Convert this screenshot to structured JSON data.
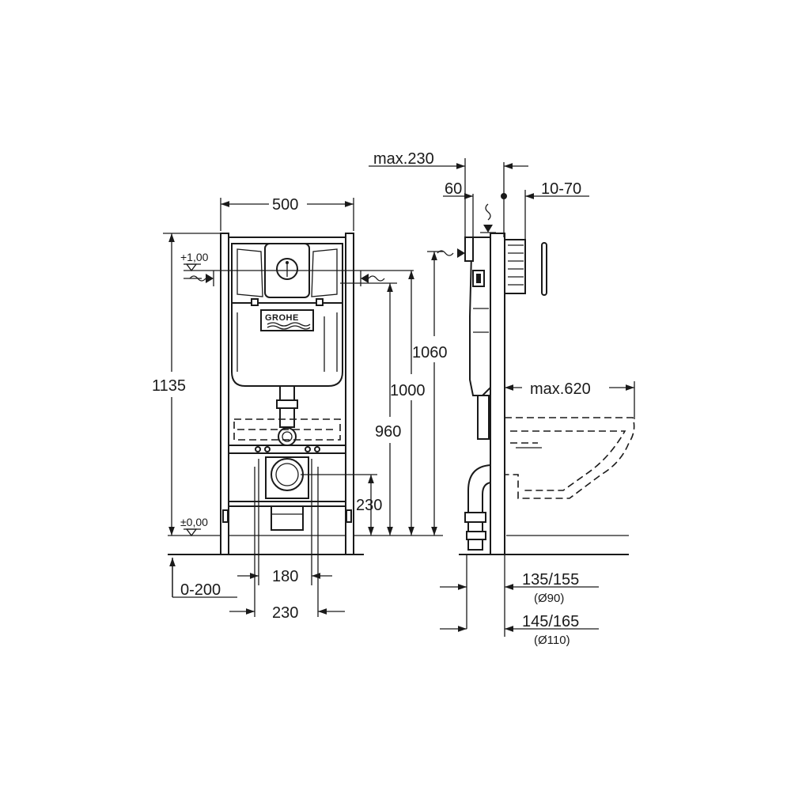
{
  "front_view": {
    "width": "500",
    "height_total": "1135",
    "level_top": "+1,00",
    "level_bottom": "±0,00",
    "h_1060": "1060",
    "h_1000": "1000",
    "h_960": "960",
    "h_230": "230",
    "offset": "0-200",
    "spacing_180": "180",
    "spacing_230": "230",
    "brand": "GROHE"
  },
  "side_view": {
    "max_230": "max.230",
    "dim_60": "60",
    "dim_10_70": "10-70",
    "max_620": "max.620",
    "pipe_a": "135/155",
    "pipe_a_dia": "(Ø90)",
    "pipe_b": "145/165",
    "pipe_b_dia": "(Ø110)"
  },
  "icons": [
    "arrowhead-icon",
    "water-inlet-icon",
    "level-marker-icon",
    "brand-logo"
  ]
}
